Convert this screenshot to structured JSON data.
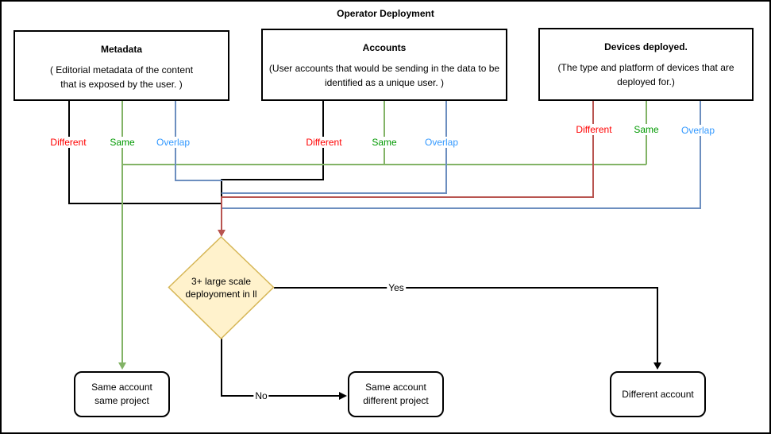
{
  "title": "Operator Deployment",
  "nodes": {
    "metadata": {
      "title": "Metadata",
      "body": "( Editorial metadata of the content\nthat is exposed by the user. )"
    },
    "accounts": {
      "title": "Accounts",
      "body": "(User accounts that would be sending in the data to be\nidentified as a unique user. )"
    },
    "devices": {
      "title": "Devices deployed.",
      "body": "(The type and platform of devices that are\ndeployed for.)"
    },
    "decision": {
      "text": "3+ large scale\ndeployoment in ll"
    },
    "outcome_same_project": {
      "text": "Same account\nsame project"
    },
    "outcome_different_project": {
      "text": "Same account\ndifferent project"
    },
    "outcome_different_account": {
      "text": "Different account"
    }
  },
  "edge_labels": {
    "different": "Different",
    "same": "Same",
    "overlap": "Overlap",
    "yes": "Yes",
    "no": "No"
  },
  "colors": {
    "label_red": "#ff0000",
    "label_green": "#009900",
    "label_blue": "#3399ff",
    "line_black": "#000000",
    "line_green": "#82b366",
    "line_blue": "#6c8ebf",
    "line_red": "#b85450",
    "decision_fill": "#fff2cc",
    "decision_stroke": "#d6b656"
  }
}
